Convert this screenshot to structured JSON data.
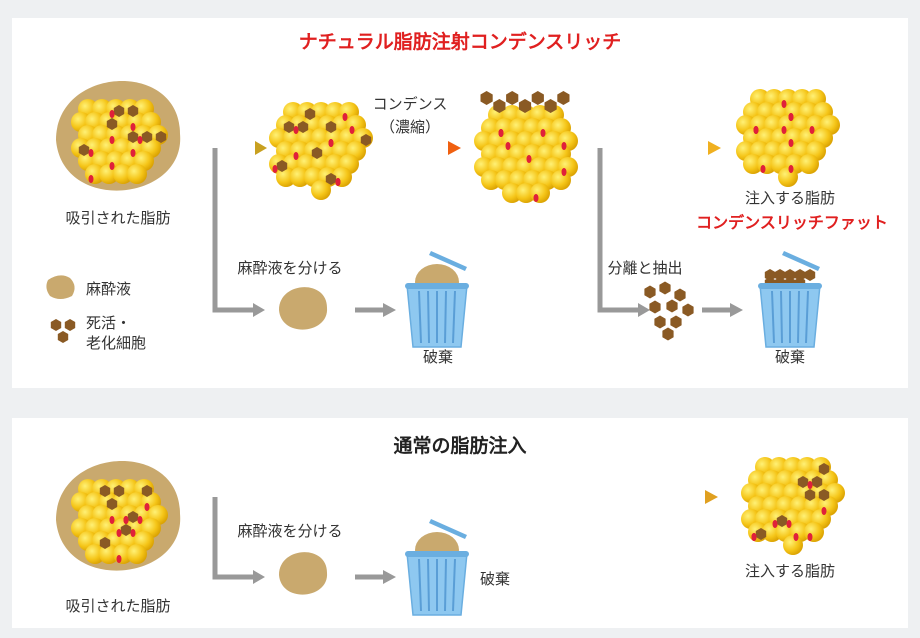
{
  "top": {
    "title": "ナチュラル脂肪注射コンデンスリッチ",
    "suctioned_fat": "吸引された脂肪",
    "condense_line1": "コンデンス",
    "condense_line2": "（濃縮）",
    "injected_fat": "注入する脂肪",
    "condense_rich_fat": "コンデンスリッチファット",
    "separate_anesthetic": "麻酔液を分ける",
    "discard_1": "破棄",
    "separate_extract": "分離と抽出",
    "discard_2": "破棄",
    "legend": {
      "anesthetic": "麻酔液",
      "dead_cells_line1": "死活・",
      "dead_cells_line2": "老化細胞"
    }
  },
  "bottom": {
    "title": "通常の脂肪注入",
    "suctioned_fat": "吸引された脂肪",
    "separate_anesthetic": "麻酔液を分ける",
    "discard": "破棄",
    "injected_fat": "注入する脂肪"
  },
  "colors": {
    "fat": "#f5c518",
    "blood": "#e0203a",
    "dead": "#8a5a24",
    "anesthetic": "#c9a96e",
    "accent": "#e02020",
    "bin": "#8ec8f0"
  }
}
